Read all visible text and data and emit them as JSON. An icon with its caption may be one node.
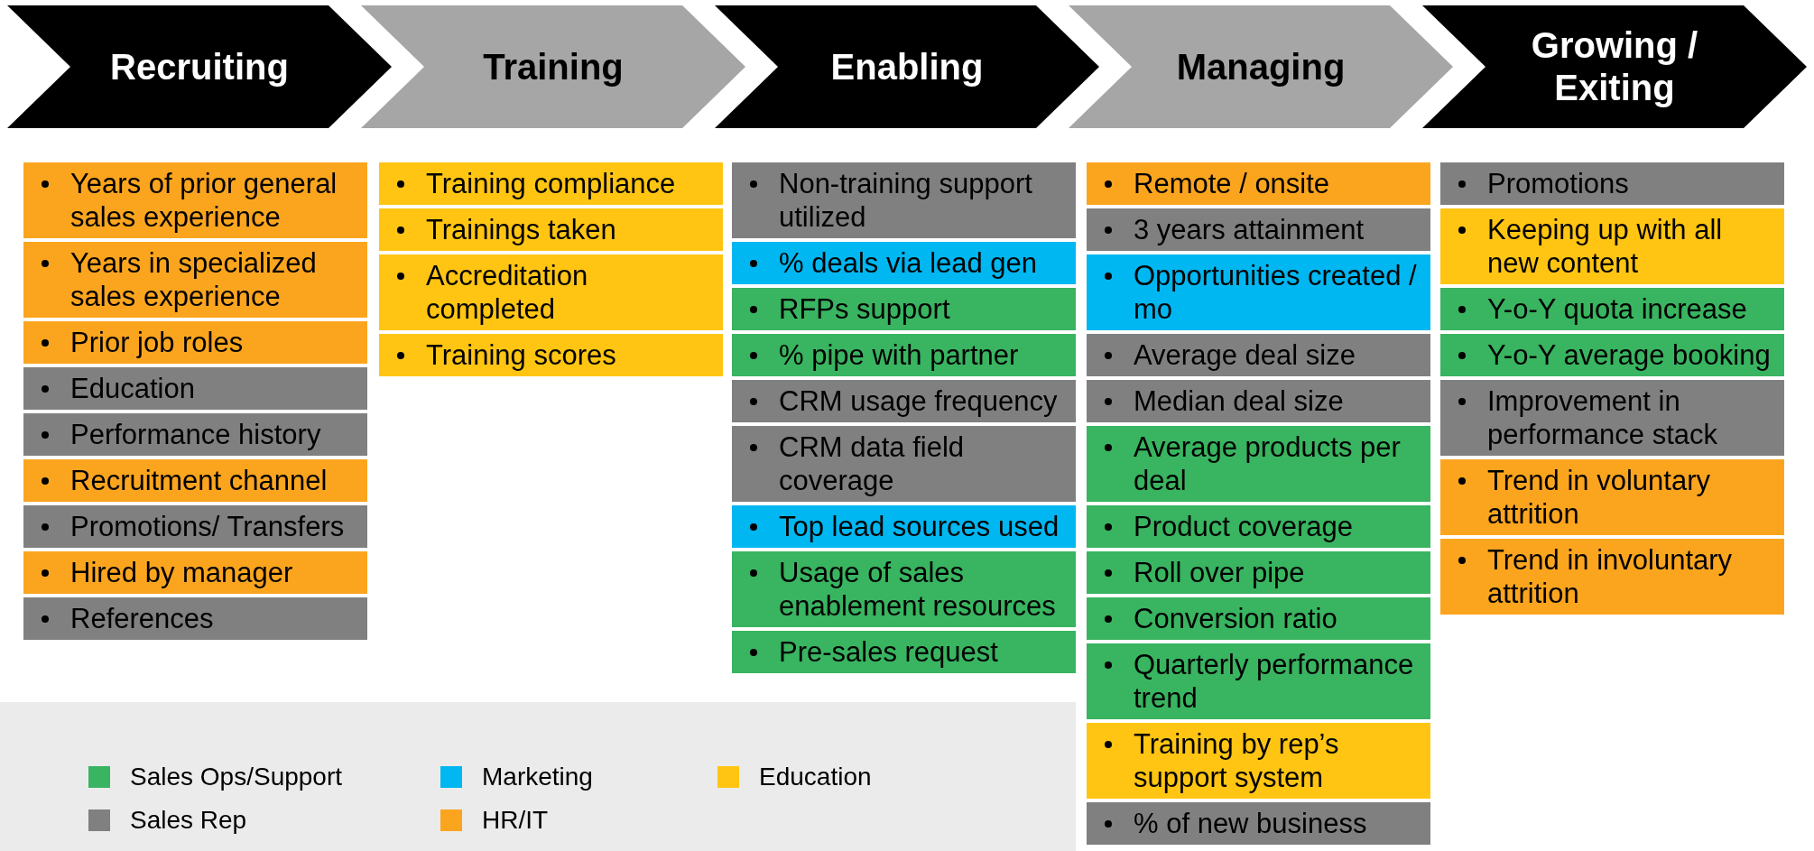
{
  "diagram": {
    "nodes": [
      {
        "text": [
          "Recruiting"
        ]
      },
      {
        "text": [
          "Training"
        ]
      },
      {
        "text": [
          "Enabling"
        ]
      },
      {
        "text": [
          "Managing"
        ]
      },
      {
        "text": [
          "Growing / Exiting"
        ]
      },
      {
        "text": [
          "Years of prior general sales experience"
        ]
      },
      {
        "text": [
          "Years in specialized sales experience"
        ]
      },
      {
        "text": [
          "Prior job roles"
        ]
      },
      {
        "text": [
          "Education"
        ]
      },
      {
        "text": [
          "Performance history"
        ]
      },
      {
        "text": [
          "Recruitment channel"
        ]
      },
      {
        "text": [
          "Promotions/ Transfers"
        ]
      },
      {
        "text": [
          "Hired by manager"
        ]
      },
      {
        "text": [
          "References"
        ]
      },
      {
        "text": [
          "Training compliance"
        ]
      },
      {
        "text": [
          "Trainings taken"
        ]
      },
      {
        "text": [
          "Accreditation completed"
        ]
      },
      {
        "text": [
          "Training scores"
        ]
      },
      {
        "text": [
          "Non-training support utilized"
        ]
      },
      {
        "text": [
          "% deals via lead gen"
        ]
      },
      {
        "text": [
          "RFPs support"
        ]
      },
      {
        "text": [
          "% pipe with partner"
        ]
      },
      {
        "text": [
          "CRM usage frequency"
        ]
      },
      {
        "text": [
          "CRM data field coverage"
        ]
      },
      {
        "text": [
          "Top lead sources used"
        ]
      },
      {
        "text": [
          "Usage of sales enablement resources"
        ]
      },
      {
        "text": [
          "Pre-sales request"
        ]
      },
      {
        "text": [
          "Remote / onsite"
        ]
      },
      {
        "text": [
          "3 years attainment"
        ]
      },
      {
        "text": [
          "Opportunities created / mo"
        ]
      },
      {
        "text": [
          "Average deal size"
        ]
      },
      {
        "text": [
          "Median deal size"
        ]
      },
      {
        "text": [
          "Average products per deal"
        ]
      },
      {
        "text": [
          "Product coverage"
        ]
      },
      {
        "text": [
          "Roll over pipe"
        ]
      },
      {
        "text": [
          "Conversion ratio"
        ]
      },
      {
        "text": [
          "Quarterly performance trend"
        ]
      },
      {
        "text": [
          "Training by rep’s support system"
        ]
      },
      {
        "text": [
          "% of new business"
        ]
      },
      {
        "text": [
          "Promotions"
        ]
      },
      {
        "text": [
          "Keeping up with all new content"
        ]
      },
      {
        "text": [
          "Y-o-Y quota increase"
        ]
      },
      {
        "text": [
          "Y-o-Y average booking"
        ]
      },
      {
        "text": [
          "Improvement in performance stack"
        ]
      },
      {
        "text": [
          "Trend in voluntary attrition"
        ]
      },
      {
        "text": [
          "Trend in involuntary attrition"
        ]
      }
    ],
    "legend": [
      {
        "text": "Sales Ops/Support",
        "color": "#39b460"
      },
      {
        "text": "Marketing",
        "color": "#00b7f1"
      },
      {
        "text": "Education",
        "color": "#ffc512"
      },
      {
        "text": "Sales Rep",
        "color": "#808080"
      },
      {
        "text": "HR/IT",
        "color": "#fba51f"
      }
    ]
  }
}
